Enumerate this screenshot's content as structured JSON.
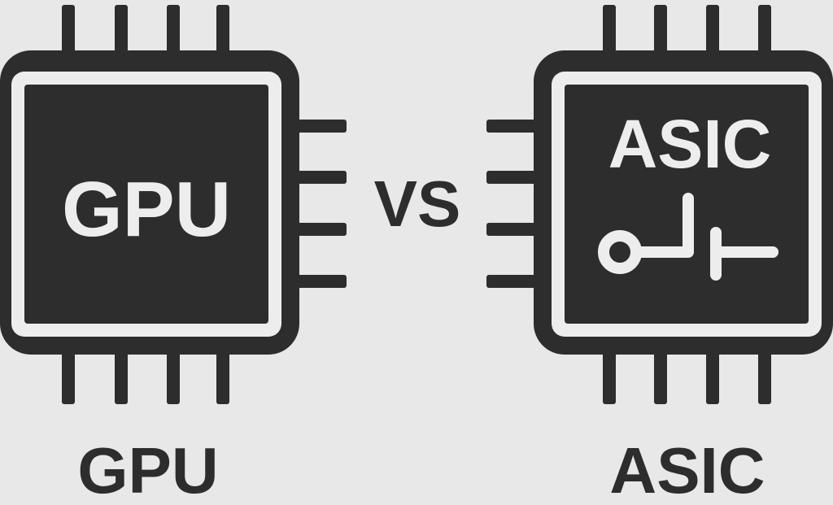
{
  "left_chip": {
    "label": "GPU",
    "caption": "GPU"
  },
  "versus_text": "VS",
  "right_chip": {
    "label": "ASIC",
    "caption": "ASIC"
  },
  "colors": {
    "background": "#e8e8e8",
    "chip_dark": "#2d2d2d",
    "chip_light": "#ededed"
  },
  "icons": {
    "left_chip": "processor-chip-icon",
    "right_chip": "processor-chip-icon",
    "right_chip_glyph": "circuit-trace-icon"
  }
}
